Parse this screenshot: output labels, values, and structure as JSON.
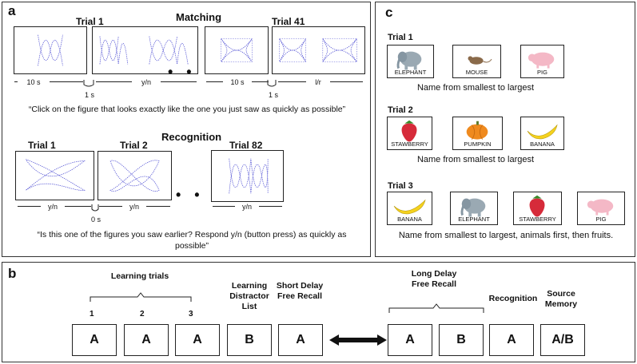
{
  "panel_a": {
    "label": "a",
    "matching": {
      "title": "Matching",
      "trial_1": "Trial 1",
      "trial_41": "Trial 41",
      "dur_1": "10 s",
      "resp_1": "y/n",
      "gap_1": "1 s",
      "dur_41": "10 s",
      "resp_41": "l/r",
      "gap_41": "1 s",
      "ellipsis": "• • •",
      "instruction": "“Click on the figure that looks  exactly like the one you just saw as quickly as possible”"
    },
    "recognition": {
      "title": "Recognition",
      "trial_1": "Trial 1",
      "trial_2": "Trial 2",
      "trial_82": "Trial 82",
      "resp_1": "y/n",
      "resp_2": "y/n",
      "resp_82": "y/n",
      "gap": "0 s",
      "ellipsis": "• • •",
      "instruction": "“Is this one of the figures you saw earlier? Respond y/n (button press) as quickly as possible”"
    }
  },
  "panel_b": {
    "label": "b",
    "learning_trials": "Learning trials",
    "n1": "1",
    "n2": "2",
    "n3": "3",
    "learning_distractor": "Learning Distractor List",
    "short_delay": "Short Delay Free Recall",
    "long_delay": "Long Delay Free Recall",
    "recognition": "Recognition",
    "source_memory": "Source Memory",
    "boxes": [
      "A",
      "A",
      "A",
      "B",
      "A",
      "A",
      "B",
      "A",
      "A/B"
    ]
  },
  "panel_c": {
    "label": "c",
    "trial_1": {
      "title": "Trial 1",
      "items": [
        "ELEPHANT",
        "MOUSE",
        "PIG"
      ],
      "instruction": "Name from smallest to largest"
    },
    "trial_2": {
      "title": "Trial 2",
      "items": [
        "STAWBERRY",
        "PUMPKIN",
        "BANANA"
      ],
      "instruction": "Name from smallest to largest"
    },
    "trial_3": {
      "title": "Trial 3",
      "items": [
        "BANANA",
        "ELEPHANT",
        "STAWBERRY",
        "PIG"
      ],
      "instruction": "Name from smallest to largest, animals first, then fruits."
    }
  },
  "colors": {
    "curve": "#5b5bd6",
    "border": "#222222"
  }
}
